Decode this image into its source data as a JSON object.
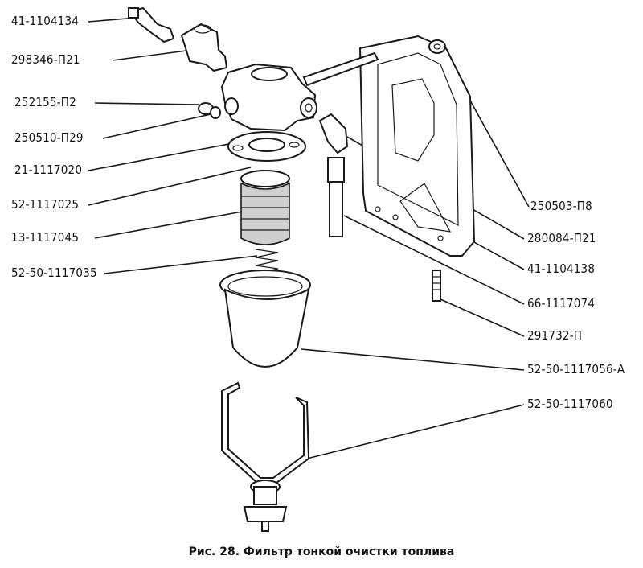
{
  "labels_left": [
    "41-1104134",
    "298346-П21",
    "252155-П2",
    "250510-П29",
    "21-1117020",
    "52-1117025",
    "13-1117045",
    "52-50-1117035"
  ],
  "labels_right": [
    "250503-П8",
    "280084-П21",
    "41-1104138",
    "66-1117074",
    "291732-П",
    "52-50-1117056-А",
    "52-50-1117060"
  ],
  "caption": "Рис. 28. Фильтр тонкой очистки топлива"
}
